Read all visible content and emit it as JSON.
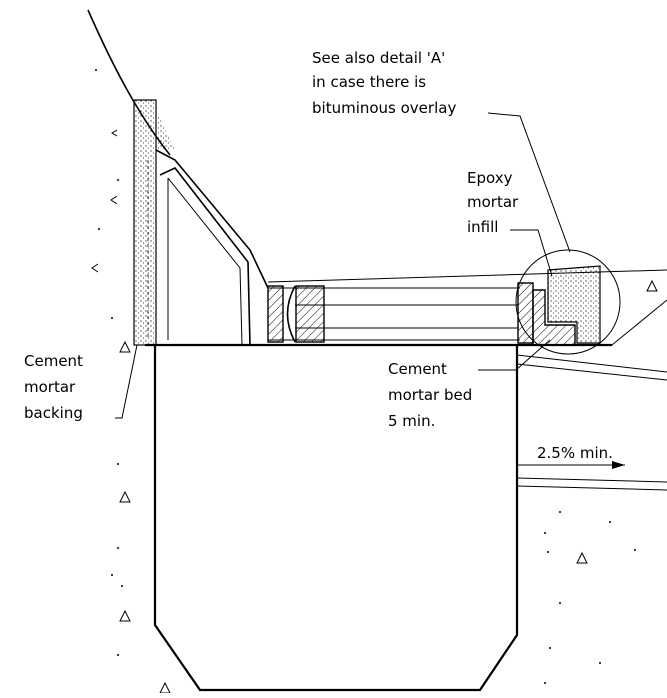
{
  "labels": {
    "detail_a": [
      "See also detail 'A'",
      "in case there is",
      "bituminous overlay"
    ],
    "epoxy": [
      "Epoxy",
      "mortar",
      "infill"
    ],
    "cement_backing": [
      "Cement",
      "mortar",
      "backing"
    ],
    "cement_bed": [
      "Cement",
      "mortar bed",
      "5 min."
    ],
    "slope": "2.5% min."
  },
  "colors": {
    "ink": "#000000",
    "paper": "#ffffff"
  }
}
